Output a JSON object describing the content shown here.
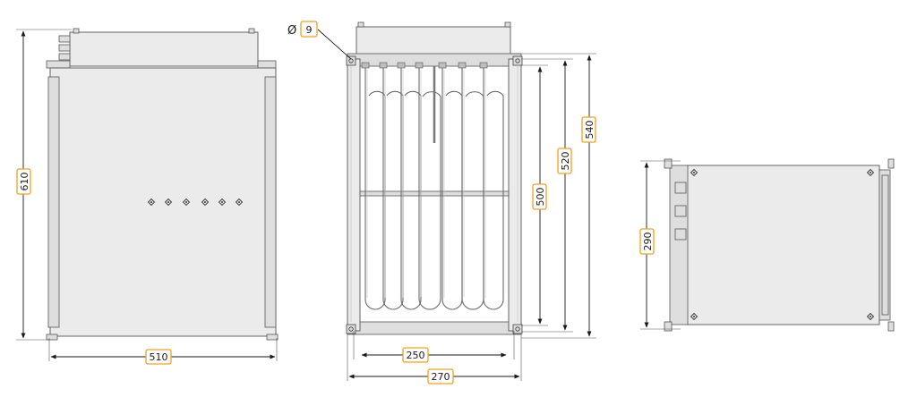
{
  "dimensions": {
    "front_height": "610",
    "front_width": "510",
    "diameter_symbol": "Ø",
    "hole_diameter": "9",
    "inner_height": "500",
    "mid_height": "520",
    "outer_height": "540",
    "inner_width": "250",
    "outer_width": "270",
    "side_height": "290"
  },
  "colors": {
    "label_border": "#f0a01e",
    "body_fill": "#ebebeb",
    "outline": "#555555"
  }
}
